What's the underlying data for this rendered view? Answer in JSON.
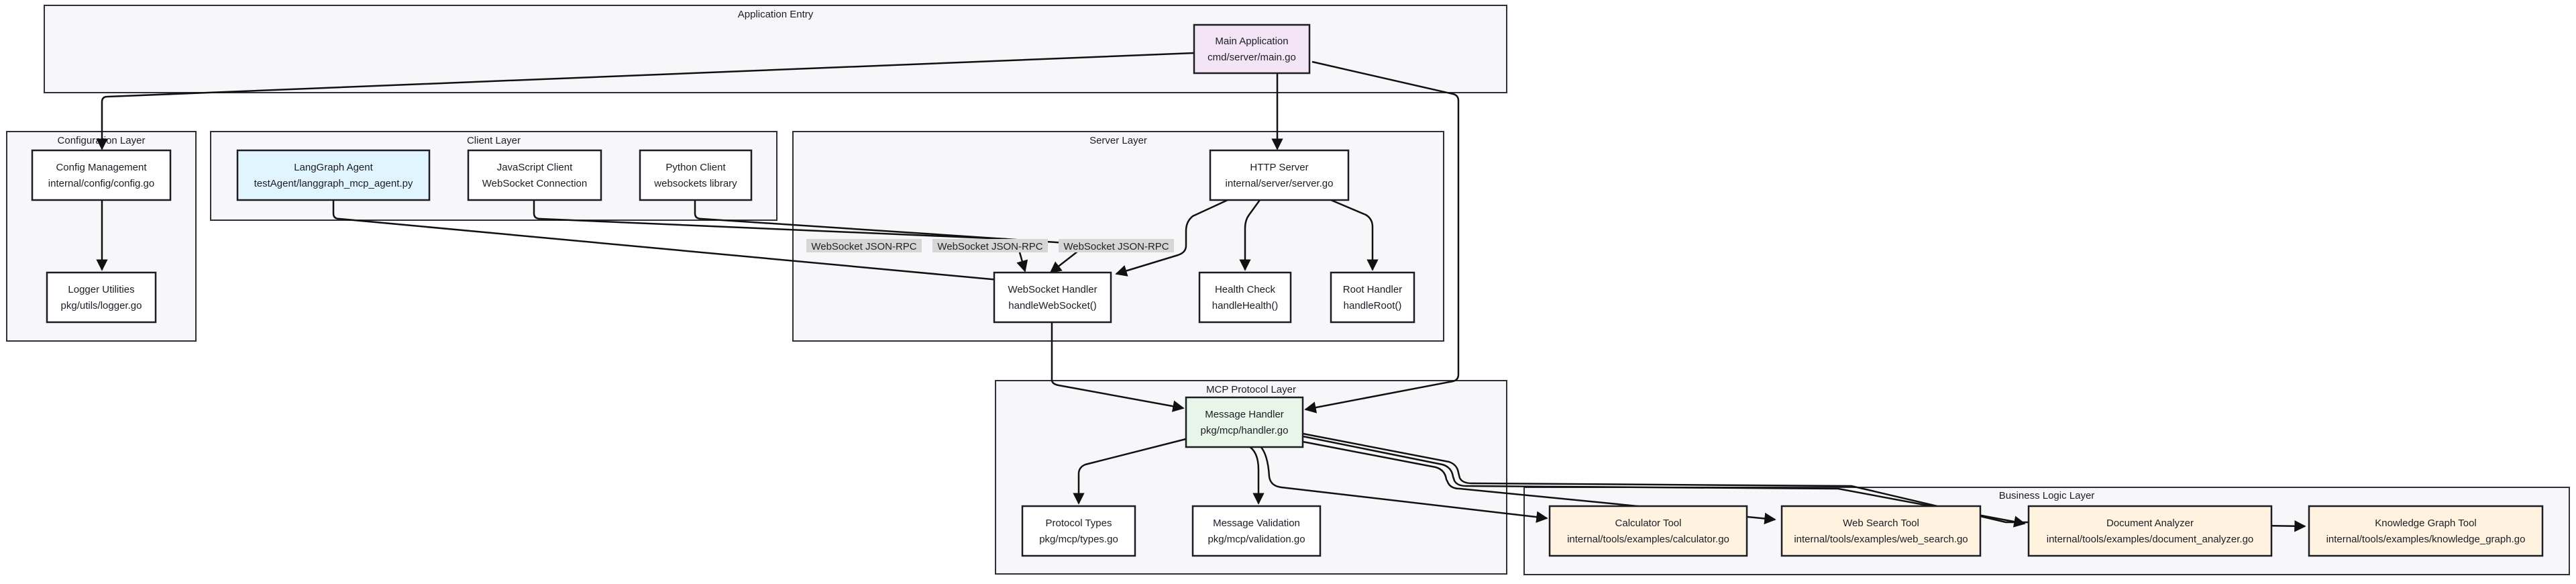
{
  "colors": {
    "cluster_fill": "#f7f7f9",
    "node_default": "#ffffff",
    "entry_node": "#f3e5f5",
    "agent_node": "#e1f5fe",
    "handler_node": "#e8f5e9",
    "tool_node": "#fff3e0"
  },
  "clusters": {
    "app_entry": "Application Entry",
    "config": "Configuration Layer",
    "client": "Client Layer",
    "server": "Server Layer",
    "mcp": "MCP Protocol Layer",
    "business": "Business Logic Layer"
  },
  "nodes": {
    "main_app": {
      "line1": "Main Application",
      "line2": "cmd/server/main.go"
    },
    "config_mgmt": {
      "line1": "Config Management",
      "line2": "internal/config/config.go"
    },
    "logger": {
      "line1": "Logger Utilities",
      "line2": "pkg/utils/logger.go"
    },
    "langgraph": {
      "line1": "LangGraph Agent",
      "line2": "testAgent/langgraph_mcp_agent.py"
    },
    "js_client": {
      "line1": "JavaScript Client",
      "line2": "WebSocket Connection"
    },
    "py_client": {
      "line1": "Python Client",
      "line2": "websockets library"
    },
    "http_server": {
      "line1": "HTTP Server",
      "line2": "internal/server/server.go"
    },
    "ws_handler": {
      "line1": "WebSocket Handler",
      "line2": "handleWebSocket()"
    },
    "health": {
      "line1": "Health Check",
      "line2": "handleHealth()"
    },
    "root_handler": {
      "line1": "Root Handler",
      "line2": "handleRoot()"
    },
    "msg_handler": {
      "line1": "Message Handler",
      "line2": "pkg/mcp/handler.go"
    },
    "proto_types": {
      "line1": "Protocol Types",
      "line2": "pkg/mcp/types.go"
    },
    "msg_validation": {
      "line1": "Message Validation",
      "line2": "pkg/mcp/validation.go"
    },
    "calculator": {
      "line1": "Calculator Tool",
      "line2": "internal/tools/examples/calculator.go"
    },
    "web_search": {
      "line1": "Web Search Tool",
      "line2": "internal/tools/examples/web_search.go"
    },
    "doc_analyzer": {
      "line1": "Document Analyzer",
      "line2": "internal/tools/examples/document_analyzer.go"
    },
    "knowledge_graph": {
      "line1": "Knowledge Graph Tool",
      "line2": "internal/tools/examples/knowledge_graph.go"
    }
  },
  "edge_labels": {
    "ws_rpc_1": "WebSocket JSON-RPC",
    "ws_rpc_2": "WebSocket JSON-RPC",
    "ws_rpc_3": "WebSocket JSON-RPC"
  }
}
